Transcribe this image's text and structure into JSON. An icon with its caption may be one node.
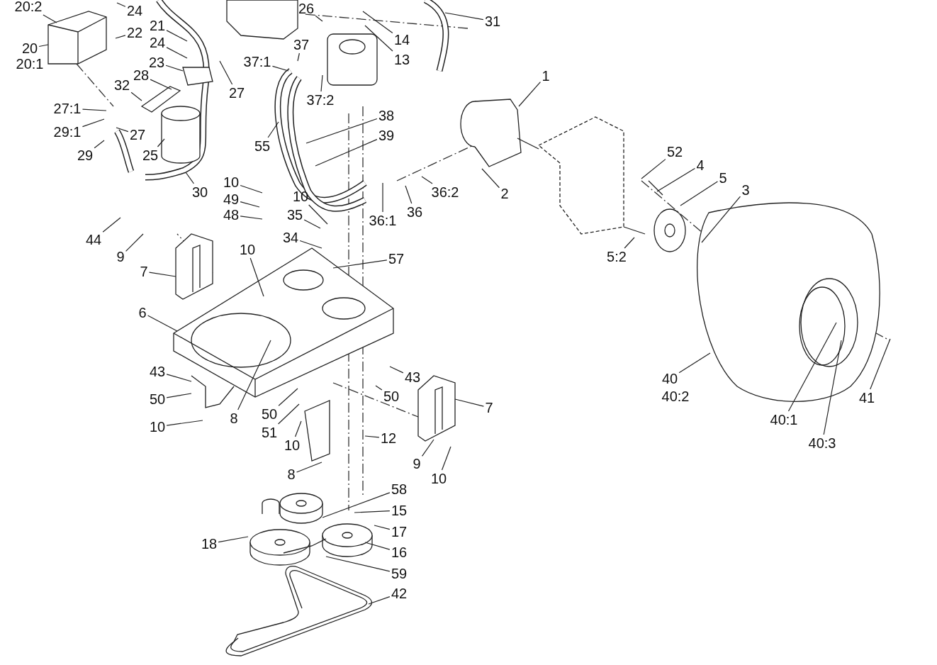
{
  "diagram": {
    "nodes": [
      {
        "text": [
          "20:2"
        ]
      },
      {
        "text": [
          "24"
        ]
      },
      {
        "text": [
          "26"
        ]
      },
      {
        "text": [
          "22"
        ]
      },
      {
        "text": [
          "20"
        ]
      },
      {
        "text": [
          "21"
        ]
      },
      {
        "text": [
          "24"
        ]
      },
      {
        "text": [
          "23"
        ]
      },
      {
        "text": [
          "28"
        ]
      },
      {
        "text": [
          "32"
        ]
      },
      {
        "text": [
          "27"
        ]
      },
      {
        "text": [
          "27:1"
        ]
      },
      {
        "text": [
          "29:1"
        ]
      },
      {
        "text": [
          "27"
        ]
      },
      {
        "text": [
          "29"
        ]
      },
      {
        "text": [
          "25"
        ]
      },
      {
        "text": [
          "30"
        ]
      },
      {
        "text": [
          "31"
        ]
      },
      {
        "text": [
          "14"
        ]
      },
      {
        "text": [
          "13"
        ]
      },
      {
        "text": [
          "37"
        ]
      },
      {
        "text": [
          "37:1"
        ]
      },
      {
        "text": [
          "37:2"
        ]
      },
      {
        "text": [
          "38"
        ]
      },
      {
        "text": [
          "39"
        ]
      },
      {
        "text": [
          "55"
        ]
      },
      {
        "text": [
          "1"
        ]
      },
      {
        "text": [
          "52"
        ]
      },
      {
        "text": [
          "4"
        ]
      },
      {
        "text": [
          "5"
        ]
      },
      {
        "text": [
          "3"
        ]
      },
      {
        "text": [
          "2"
        ]
      },
      {
        "text": [
          "36:2"
        ]
      },
      {
        "text": [
          "36"
        ]
      },
      {
        "text": [
          "36:1"
        ]
      },
      {
        "text": [
          "5:2"
        ]
      },
      {
        "text": [
          "10"
        ]
      },
      {
        "text": [
          "49"
        ]
      },
      {
        "text": [
          "48"
        ]
      },
      {
        "text": [
          "10"
        ]
      },
      {
        "text": [
          "35"
        ]
      },
      {
        "text": [
          "34"
        ]
      },
      {
        "text": [
          "44"
        ]
      },
      {
        "text": [
          "9"
        ]
      },
      {
        "text": [
          "7"
        ]
      },
      {
        "text": [
          "10"
        ]
      },
      {
        "text": [
          "57"
        ]
      },
      {
        "text": [
          "6"
        ]
      },
      {
        "text": [
          "43"
        ]
      },
      {
        "text": [
          "50"
        ]
      },
      {
        "text": [
          "10"
        ]
      },
      {
        "text": [
          "8"
        ]
      },
      {
        "text": [
          "50"
        ]
      },
      {
        "text": [
          "51"
        ]
      },
      {
        "text": [
          "10"
        ]
      },
      {
        "text": [
          "43"
        ]
      },
      {
        "text": [
          "50"
        ]
      },
      {
        "text": [
          "7"
        ]
      },
      {
        "text": [
          "12"
        ]
      },
      {
        "text": [
          "9"
        ]
      },
      {
        "text": [
          "10"
        ]
      },
      {
        "text": [
          "8"
        ]
      },
      {
        "text": [
          "58"
        ]
      },
      {
        "text": [
          "15"
        ]
      },
      {
        "text": [
          "17"
        ]
      },
      {
        "text": [
          "16"
        ]
      },
      {
        "text": [
          "18"
        ]
      },
      {
        "text": [
          "59"
        ]
      },
      {
        "text": [
          "42"
        ]
      },
      {
        "text": [
          "40"
        ]
      },
      {
        "text": [
          "40:1"
        ]
      },
      {
        "text": [
          "40:3"
        ]
      },
      {
        "text": [
          "41"
        ]
      }
    ],
    "edges": [
      {
        "from": 0,
        "to": null,
        "arrow": "none"
      },
      {
        "from": 1,
        "to": null,
        "arrow": "none"
      },
      {
        "from": 2,
        "to": null,
        "arrow": "none"
      },
      {
        "from": 3,
        "to": null,
        "arrow": "none"
      },
      {
        "from": 4,
        "to": null,
        "arrow": "none"
      },
      {
        "from": 5,
        "to": null,
        "arrow": "none"
      },
      {
        "from": 6,
        "to": null,
        "arrow": "none"
      },
      {
        "from": 7,
        "to": null,
        "arrow": "none"
      },
      {
        "from": 8,
        "to": null,
        "arrow": "none"
      },
      {
        "from": 9,
        "to": null,
        "arrow": "none"
      },
      {
        "from": 10,
        "to": null,
        "arrow": "none"
      },
      {
        "from": 11,
        "to": null,
        "arrow": "none"
      },
      {
        "from": 12,
        "to": null,
        "arrow": "none"
      },
      {
        "from": 13,
        "to": null,
        "arrow": "none"
      },
      {
        "from": 14,
        "to": null,
        "arrow": "none"
      },
      {
        "from": 15,
        "to": null,
        "arrow": "none"
      },
      {
        "from": 16,
        "to": null,
        "arrow": "none"
      },
      {
        "from": 17,
        "to": null,
        "arrow": "none"
      },
      {
        "from": 18,
        "to": null,
        "arrow": "none"
      },
      {
        "from": 19,
        "to": null,
        "arrow": "none"
      },
      {
        "from": 20,
        "to": null,
        "arrow": "none"
      },
      {
        "from": 21,
        "to": null,
        "arrow": "none"
      },
      {
        "from": 22,
        "to": null,
        "arrow": "none"
      },
      {
        "from": 23,
        "to": null,
        "arrow": "none"
      },
      {
        "from": 24,
        "to": null,
        "arrow": "none"
      },
      {
        "from": 25,
        "to": null,
        "arrow": "none"
      },
      {
        "from": 26,
        "to": null,
        "arrow": "none"
      },
      {
        "from": 27,
        "to": null,
        "arrow": "none"
      },
      {
        "from": 28,
        "to": null,
        "arrow": "none"
      },
      {
        "from": 29,
        "to": null,
        "arrow": "none"
      },
      {
        "from": 30,
        "to": null,
        "arrow": "none"
      },
      {
        "from": 31,
        "to": null,
        "arrow": "none"
      },
      {
        "from": 32,
        "to": null,
        "arrow": "none"
      },
      {
        "from": 33,
        "to": null,
        "arrow": "none"
      },
      {
        "from": 34,
        "to": null,
        "arrow": "none"
      },
      {
        "from": 35,
        "to": null,
        "arrow": "none"
      },
      {
        "from": 36,
        "to": null,
        "arrow": "none"
      },
      {
        "from": 37,
        "to": null,
        "arrow": "none"
      },
      {
        "from": 38,
        "to": null,
        "arrow": "none"
      },
      {
        "from": 39,
        "to": null,
        "arrow": "none"
      },
      {
        "from": 40,
        "to": null,
        "arrow": "none"
      },
      {
        "from": 41,
        "to": null,
        "arrow": "none"
      },
      {
        "from": 42,
        "to": null,
        "arrow": "none"
      },
      {
        "from": 43,
        "to": null,
        "arrow": "none"
      },
      {
        "from": 44,
        "to": null,
        "arrow": "none"
      },
      {
        "from": 45,
        "to": null,
        "arrow": "none"
      },
      {
        "from": 46,
        "to": null,
        "arrow": "none"
      },
      {
        "from": 47,
        "to": null,
        "arrow": "none"
      },
      {
        "from": 48,
        "to": null,
        "arrow": "none"
      },
      {
        "from": 49,
        "to": null,
        "arrow": "none"
      },
      {
        "from": 50,
        "to": null,
        "arrow": "none"
      },
      {
        "from": 51,
        "to": null,
        "arrow": "none"
      },
      {
        "from": 52,
        "to": null,
        "arrow": "none"
      },
      {
        "from": 53,
        "to": null,
        "arrow": "none"
      },
      {
        "from": 54,
        "to": null,
        "arrow": "none"
      },
      {
        "from": 55,
        "to": null,
        "arrow": "none"
      },
      {
        "from": 56,
        "to": null,
        "arrow": "none"
      },
      {
        "from": 57,
        "to": null,
        "arrow": "none"
      },
      {
        "from": 58,
        "to": null,
        "arrow": "none"
      },
      {
        "from": 59,
        "to": null,
        "arrow": "none"
      },
      {
        "from": 60,
        "to": null,
        "arrow": "none"
      },
      {
        "from": 61,
        "to": null,
        "arrow": "none"
      },
      {
        "from": 62,
        "to": null,
        "arrow": "none"
      },
      {
        "from": 63,
        "to": null,
        "arrow": "none"
      },
      {
        "from": 64,
        "to": null,
        "arrow": "none"
      },
      {
        "from": 65,
        "to": null,
        "arrow": "none"
      },
      {
        "from": 66,
        "to": null,
        "arrow": "none"
      },
      {
        "from": 67,
        "to": null,
        "arrow": "none"
      },
      {
        "from": 68,
        "to": null,
        "arrow": "none"
      },
      {
        "from": 69,
        "to": null,
        "arrow": "none"
      },
      {
        "from": 70,
        "to": null,
        "arrow": "none"
      },
      {
        "from": 71,
        "to": null,
        "arrow": "none"
      },
      {
        "from": 72,
        "to": null,
        "arrow": "none"
      }
    ],
    "labels": [
      "20:1",
      "40:2"
    ]
  }
}
